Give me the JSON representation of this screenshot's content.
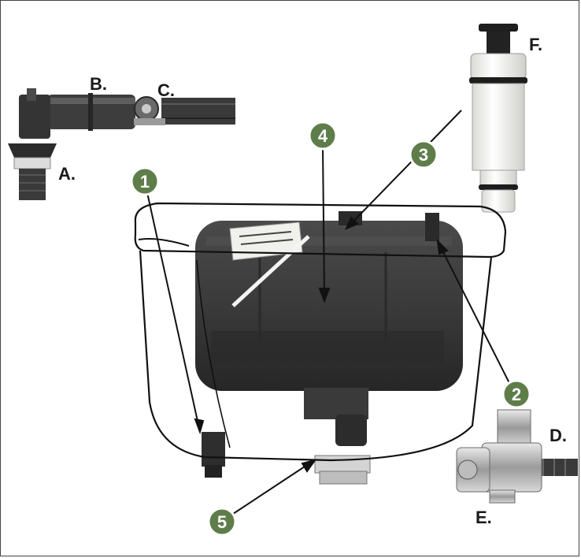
{
  "part_letters": {
    "a": "A.",
    "b": "B.",
    "c": "C.",
    "d": "D.",
    "e": "E.",
    "f": "F."
  },
  "callouts": {
    "n1": "1",
    "n2": "2",
    "n3": "3",
    "n4": "4",
    "n5": "5"
  },
  "colors": {
    "callout_fill": "#5f7d4a",
    "callout_stroke": "#ffffff",
    "part_dark": "#2e2e2e",
    "part_mid": "#5a5a5a",
    "part_light": "#f2f2ee",
    "tank_outline": "#111111"
  }
}
